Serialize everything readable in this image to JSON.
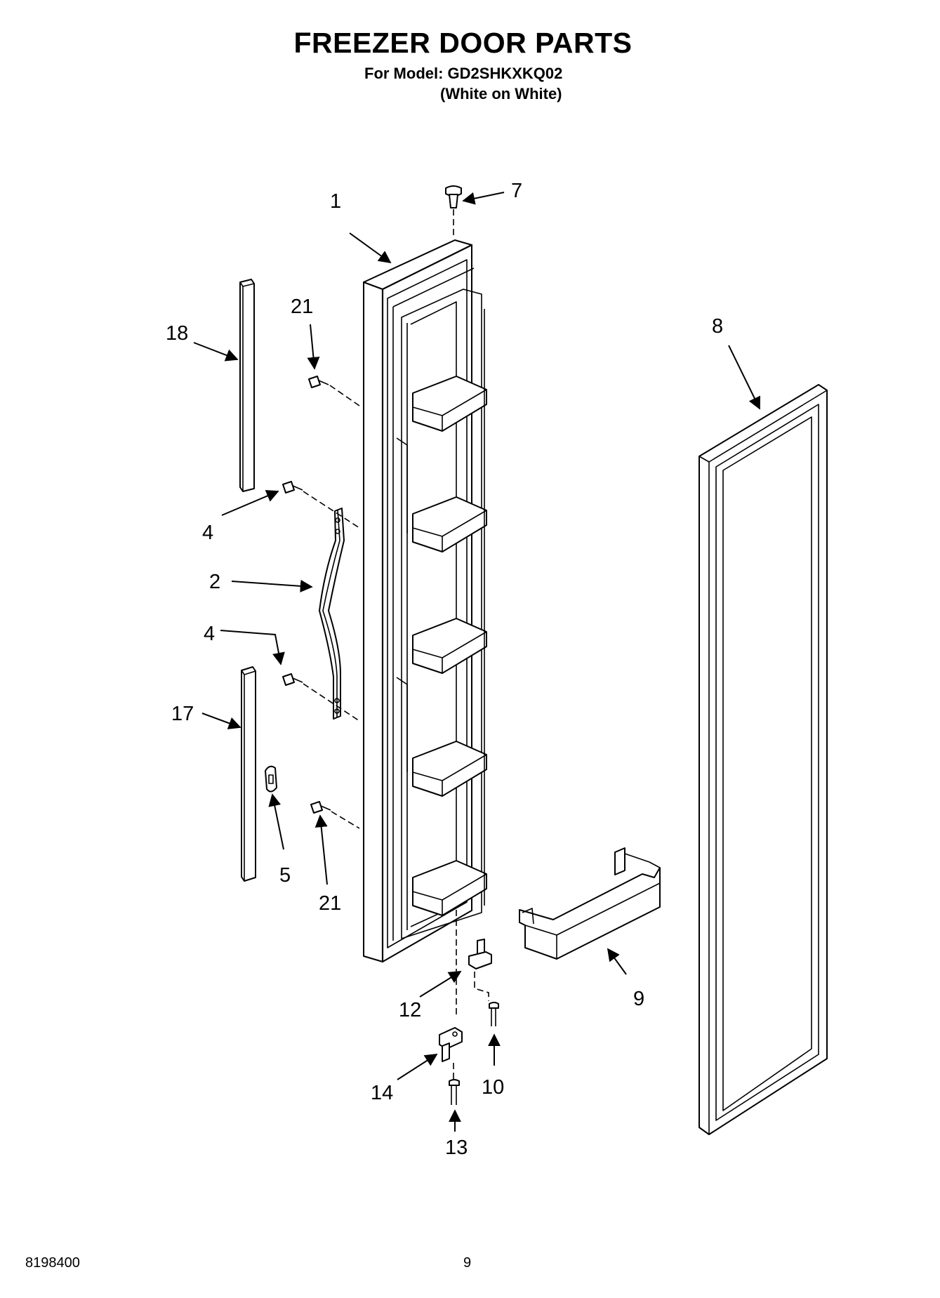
{
  "header": {
    "title": "FREEZER DOOR PARTS",
    "model_line": "For Model: GD2SHKXKQ02",
    "color_line": "(White on White)"
  },
  "footer": {
    "doc_number": "8198400",
    "page_number": "9"
  },
  "callouts": [
    "1",
    "2",
    "4",
    "4",
    "5",
    "7",
    "8",
    "9",
    "10",
    "12",
    "13",
    "14",
    "17",
    "18",
    "21",
    "21"
  ]
}
